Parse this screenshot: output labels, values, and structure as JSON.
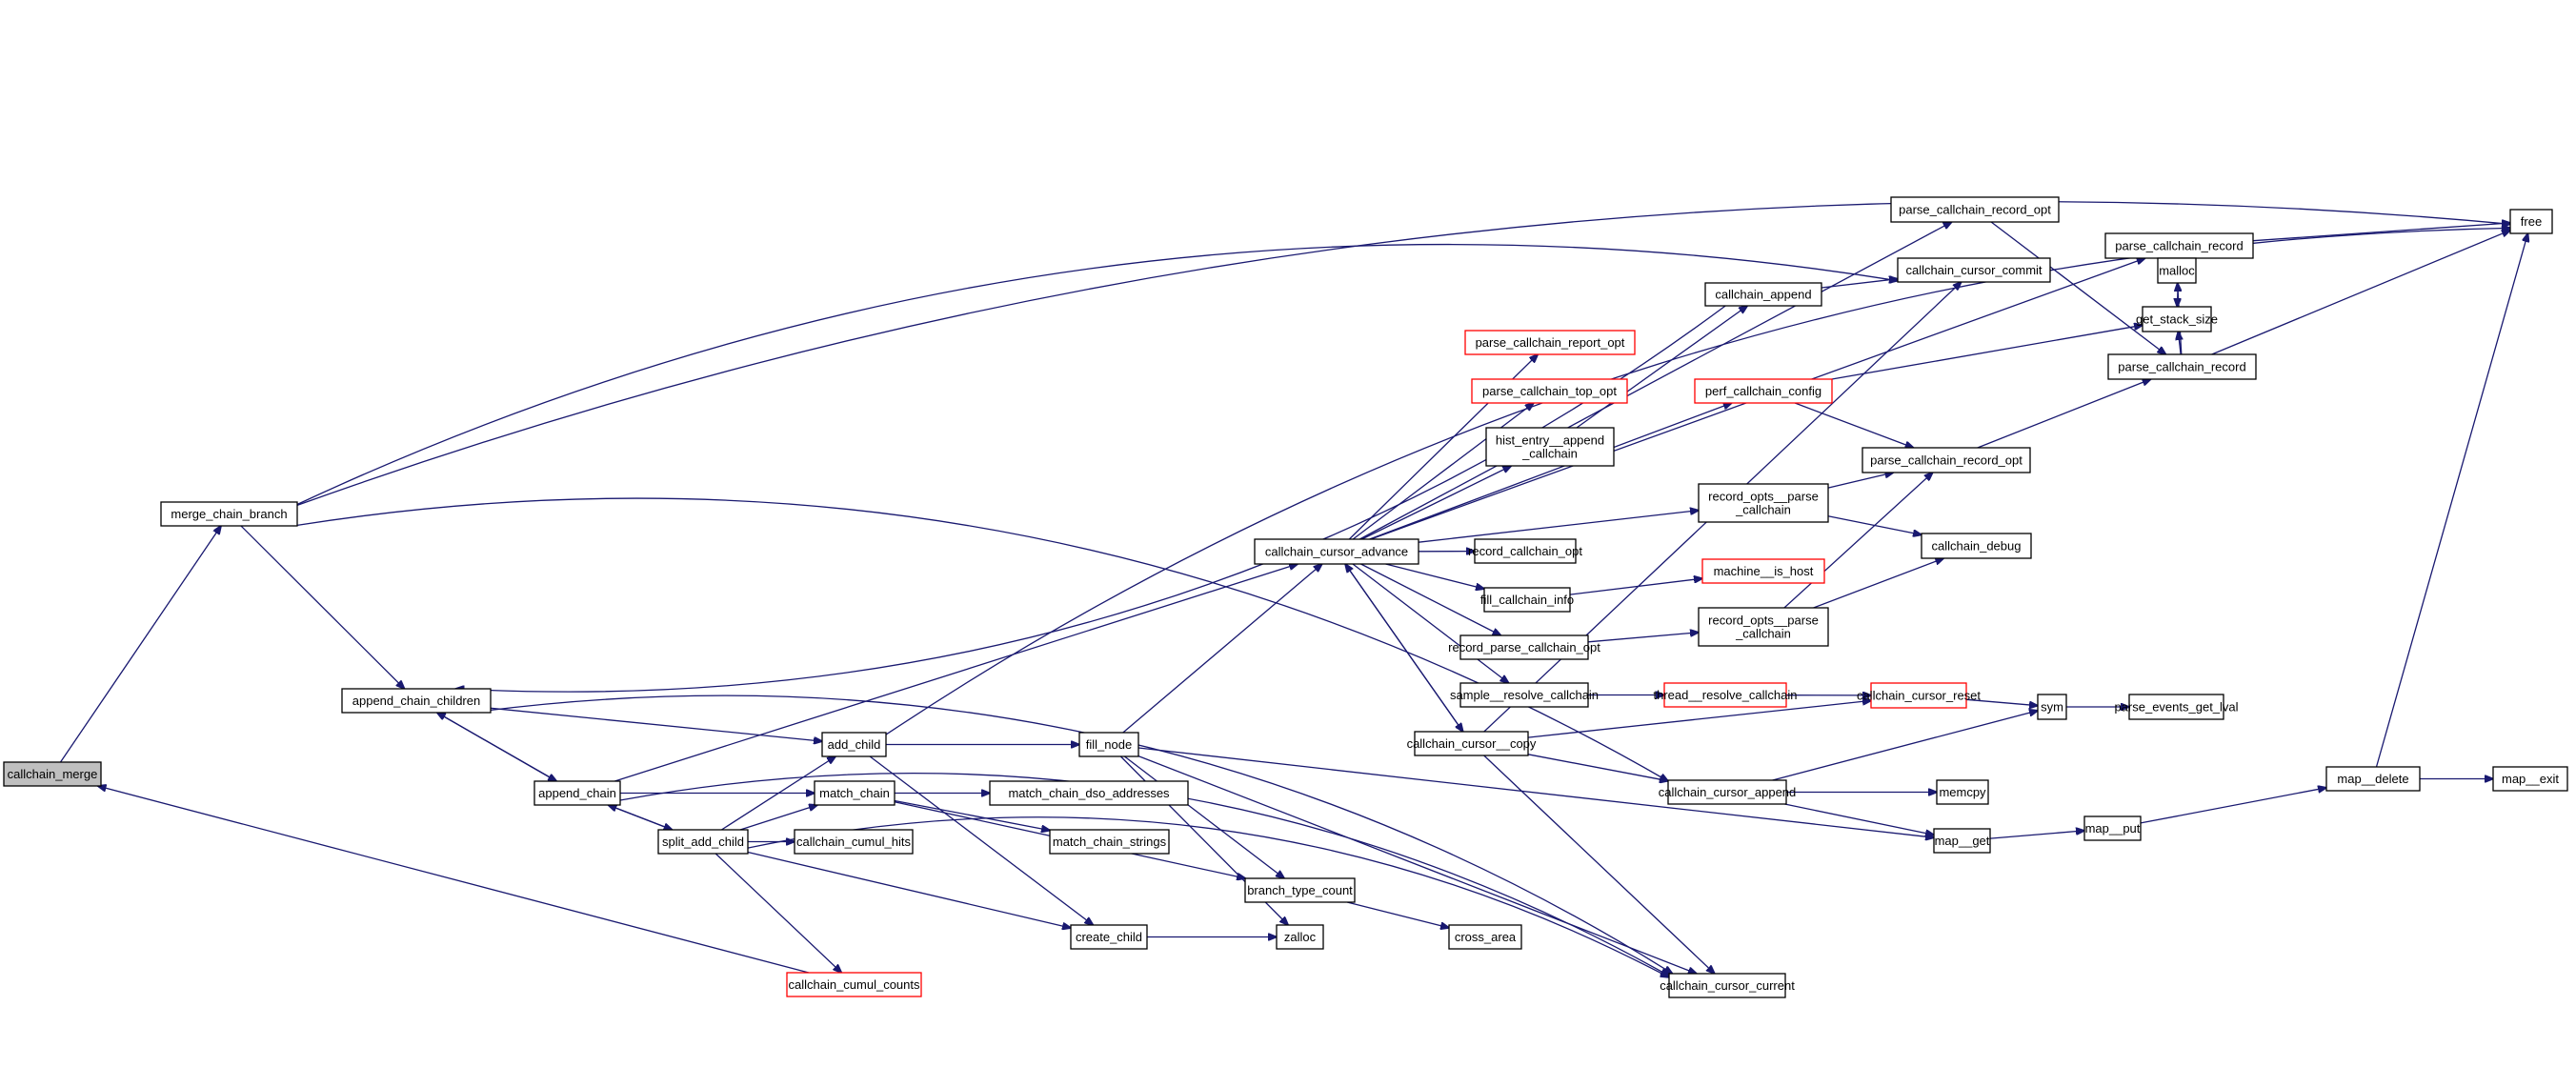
{
  "diagram": {
    "type": "call-graph",
    "colors": {
      "edge": "#191970",
      "node_border": "#000000",
      "node_warning_border": "#ff0000",
      "root_fill": "#bfbfbf",
      "node_fill": "#ffffff"
    },
    "nodes": [
      {
        "id": "callchain_merge",
        "label": "callchain_merge",
        "kind": "root"
      },
      {
        "id": "merge_chain_branch",
        "label": "merge_chain_branch",
        "kind": "normal"
      },
      {
        "id": "append_chain_children",
        "label": "append_chain_children",
        "kind": "normal"
      },
      {
        "id": "append_chain",
        "label": "append_chain",
        "kind": "normal"
      },
      {
        "id": "split_add_child",
        "label": "split_add_child",
        "kind": "normal"
      },
      {
        "id": "add_child",
        "label": "add_child",
        "kind": "normal"
      },
      {
        "id": "match_chain",
        "label": "match_chain",
        "kind": "normal"
      },
      {
        "id": "callchain_cumul_hits",
        "label": "callchain_cumul_hits",
        "kind": "normal"
      },
      {
        "id": "callchain_cumul_counts",
        "label": "callchain_cumul_counts",
        "kind": "warn"
      },
      {
        "id": "fill_node",
        "label": "fill_node",
        "kind": "normal"
      },
      {
        "id": "match_chain_dso_addresses",
        "label": "match_chain_dso_addresses",
        "kind": "normal"
      },
      {
        "id": "match_chain_strings",
        "label": "match_chain_strings",
        "kind": "normal"
      },
      {
        "id": "branch_type_count",
        "label": "branch_type_count",
        "kind": "normal"
      },
      {
        "id": "create_child",
        "label": "create_child",
        "kind": "normal"
      },
      {
        "id": "zalloc",
        "label": "zalloc",
        "kind": "normal"
      },
      {
        "id": "cross_area",
        "label": "cross_area",
        "kind": "normal"
      },
      {
        "id": "callchain_cursor_advance",
        "label": "callchain_cursor_advance",
        "kind": "normal"
      },
      {
        "id": "parse_callchain_record_opt_1",
        "label": "parse_callchain_record_opt",
        "kind": "normal"
      },
      {
        "id": "callchain_cursor_commit",
        "label": "callchain_cursor_commit",
        "kind": "normal"
      },
      {
        "id": "callchain_append",
        "label": "callchain_append",
        "kind": "normal"
      },
      {
        "id": "parse_callchain_report_opt",
        "label": "parse_callchain_report_opt",
        "kind": "warn"
      },
      {
        "id": "parse_callchain_top_opt",
        "label": "parse_callchain_top_opt",
        "kind": "warn"
      },
      {
        "id": "perf_callchain_config",
        "label": "perf_callchain_config",
        "kind": "warn"
      },
      {
        "id": "hist_entry__append_callchain",
        "label": "hist_entry__append\n_callchain",
        "kind": "normal"
      },
      {
        "id": "record_opts__parse_callchain_1",
        "label": "record_opts__parse\n_callchain",
        "kind": "normal"
      },
      {
        "id": "record_callchain_opt",
        "label": "record_callchain_opt",
        "kind": "normal"
      },
      {
        "id": "fill_callchain_info",
        "label": "fill_callchain_info",
        "kind": "normal"
      },
      {
        "id": "machine__is_host",
        "label": "machine__is_host",
        "kind": "warn"
      },
      {
        "id": "record_parse_callchain_opt",
        "label": "record_parse_callchain_opt",
        "kind": "normal"
      },
      {
        "id": "record_opts__parse_callchain_2",
        "label": "record_opts__parse\n_callchain",
        "kind": "normal"
      },
      {
        "id": "sample__resolve_callchain",
        "label": "sample__resolve_callchain",
        "kind": "normal"
      },
      {
        "id": "thread__resolve_callchain",
        "label": "thread__resolve_callchain",
        "kind": "warn"
      },
      {
        "id": "callchain_cursor__copy",
        "label": "callchain_cursor__copy",
        "kind": "normal"
      },
      {
        "id": "callchain_cursor_append",
        "label": "callchain_cursor_append",
        "kind": "normal"
      },
      {
        "id": "callchain_cursor_current",
        "label": "callchain_cursor_current",
        "kind": "normal"
      },
      {
        "id": "callchain_cursor_reset",
        "label": "callchain_cursor_reset",
        "kind": "warn"
      },
      {
        "id": "parse_callchain_record_1",
        "label": "parse_callchain_record",
        "kind": "normal"
      },
      {
        "id": "parse_callchain_record_2",
        "label": "parse_callchain_record",
        "kind": "normal"
      },
      {
        "id": "parse_callchain_record_opt_2",
        "label": "parse_callchain_record_opt",
        "kind": "normal"
      },
      {
        "id": "callchain_debug",
        "label": "callchain_debug",
        "kind": "normal"
      },
      {
        "id": "free",
        "label": "free",
        "kind": "normal"
      },
      {
        "id": "malloc",
        "label": "malloc",
        "kind": "normal"
      },
      {
        "id": "get_stack_size",
        "label": "get_stack_size",
        "kind": "normal"
      },
      {
        "id": "sym",
        "label": "sym",
        "kind": "normal"
      },
      {
        "id": "parse_events_get_lval",
        "label": "parse_events_get_lval",
        "kind": "normal"
      },
      {
        "id": "memcpy",
        "label": "memcpy",
        "kind": "normal"
      },
      {
        "id": "map__get",
        "label": "map__get",
        "kind": "normal"
      },
      {
        "id": "map__put",
        "label": "map__put",
        "kind": "normal"
      },
      {
        "id": "map__delete",
        "label": "map__delete",
        "kind": "normal"
      },
      {
        "id": "map__exit",
        "label": "map__exit",
        "kind": "normal"
      }
    ],
    "edges": [
      [
        "callchain_cumul_counts",
        "callchain_merge"
      ],
      [
        "callchain_merge",
        "merge_chain_branch"
      ],
      [
        "merge_chain_branch",
        "append_chain_children"
      ],
      [
        "merge_chain_branch",
        "callchain_cursor_commit"
      ],
      [
        "merge_chain_branch",
        "free"
      ],
      [
        "merge_chain_branch",
        "callchain_cursor_append"
      ],
      [
        "callchain_append",
        "append_chain_children"
      ],
      [
        "append_chain_children",
        "append_chain"
      ],
      [
        "append_chain",
        "append_chain_children"
      ],
      [
        "append_chain_children",
        "add_child"
      ],
      [
        "append_chain_children",
        "callchain_cursor_current"
      ],
      [
        "append_chain",
        "callchain_cursor_advance"
      ],
      [
        "append_chain",
        "match_chain"
      ],
      [
        "append_chain",
        "split_add_child"
      ],
      [
        "split_add_child",
        "append_chain"
      ],
      [
        "append_chain",
        "callchain_cursor_current"
      ],
      [
        "split_add_child",
        "add_child"
      ],
      [
        "split_add_child",
        "match_chain"
      ],
      [
        "split_add_child",
        "callchain_cumul_hits"
      ],
      [
        "split_add_child",
        "create_child"
      ],
      [
        "split_add_child",
        "callchain_cumul_counts"
      ],
      [
        "split_add_child",
        "callchain_cursor_current"
      ],
      [
        "add_child",
        "fill_node"
      ],
      [
        "add_child",
        "create_child"
      ],
      [
        "add_child",
        "free"
      ],
      [
        "match_chain",
        "match_chain_dso_addresses"
      ],
      [
        "match_chain",
        "match_chain_strings"
      ],
      [
        "match_chain",
        "branch_type_count"
      ],
      [
        "fill_node",
        "callchain_cursor_advance"
      ],
      [
        "fill_node",
        "branch_type_count"
      ],
      [
        "fill_node",
        "zalloc"
      ],
      [
        "fill_node",
        "map__get"
      ],
      [
        "fill_node",
        "callchain_cursor_current"
      ],
      [
        "create_child",
        "zalloc"
      ],
      [
        "branch_type_count",
        "cross_area"
      ],
      [
        "callchain_cursor_advance",
        "parse_callchain_record_opt_1"
      ],
      [
        "callchain_cursor_advance",
        "parse_callchain_record_1"
      ],
      [
        "callchain_cursor_advance",
        "perf_callchain_config"
      ],
      [
        "callchain_cursor_advance",
        "parse_callchain_report_opt"
      ],
      [
        "callchain_cursor_advance",
        "parse_callchain_top_opt"
      ],
      [
        "callchain_cursor_advance",
        "hist_entry__append_callchain"
      ],
      [
        "callchain_cursor_advance",
        "record_opts__parse_callchain_1"
      ],
      [
        "callchain_cursor_advance",
        "record_callchain_opt"
      ],
      [
        "callchain_cursor_advance",
        "fill_callchain_info"
      ],
      [
        "callchain_cursor_advance",
        "record_parse_callchain_opt"
      ],
      [
        "callchain_cursor_advance",
        "sample__resolve_callchain"
      ],
      [
        "callchain_cursor_advance",
        "callchain_cursor__copy"
      ],
      [
        "callchain_cursor__copy",
        "callchain_cursor_advance"
      ],
      [
        "hist_entry__append_callchain",
        "callchain_append"
      ],
      [
        "callchain_append",
        "callchain_cursor_commit"
      ],
      [
        "callchain_cursor__copy",
        "callchain_cursor_commit"
      ],
      [
        "perf_callchain_config",
        "get_stack_size"
      ],
      [
        "perf_callchain_config",
        "parse_callchain_record_opt_2"
      ],
      [
        "record_opts__parse_callchain_1",
        "parse_callchain_record_opt_2"
      ],
      [
        "record_opts__parse_callchain_1",
        "callchain_debug"
      ],
      [
        "fill_callchain_info",
        "machine__is_host"
      ],
      [
        "record_parse_callchain_opt",
        "record_opts__parse_callchain_2"
      ],
      [
        "record_opts__parse_callchain_2",
        "parse_callchain_record_opt_2"
      ],
      [
        "record_opts__parse_callchain_2",
        "callchain_debug"
      ],
      [
        "sample__resolve_callchain",
        "thread__resolve_callchain"
      ],
      [
        "thread__resolve_callchain",
        "callchain_cursor_reset"
      ],
      [
        "callchain_cursor__copy",
        "callchain_cursor_reset"
      ],
      [
        "callchain_cursor__copy",
        "callchain_cursor_append"
      ],
      [
        "callchain_cursor__copy",
        "callchain_cursor_current"
      ],
      [
        "callchain_cursor_reset",
        "sym"
      ],
      [
        "callchain_cursor_append",
        "sym"
      ],
      [
        "callchain_cursor_append",
        "memcpy"
      ],
      [
        "callchain_cursor_append",
        "map__get"
      ],
      [
        "sym",
        "parse_events_get_lval"
      ],
      [
        "map__get",
        "map__put"
      ],
      [
        "map__put",
        "map__delete"
      ],
      [
        "map__delete",
        "map__exit"
      ],
      [
        "map__delete",
        "free"
      ],
      [
        "parse_callchain_record_opt_1",
        "parse_callchain_record_2"
      ],
      [
        "parse_callchain_record_opt_2",
        "parse_callchain_record_2"
      ],
      [
        "parse_callchain_record_1",
        "free"
      ],
      [
        "parse_callchain_record_1",
        "malloc"
      ],
      [
        "parse_callchain_record_1",
        "get_stack_size"
      ],
      [
        "parse_callchain_record_2",
        "malloc"
      ],
      [
        "parse_callchain_record_2",
        "get_stack_size"
      ],
      [
        "parse_callchain_record_2",
        "free"
      ]
    ]
  }
}
